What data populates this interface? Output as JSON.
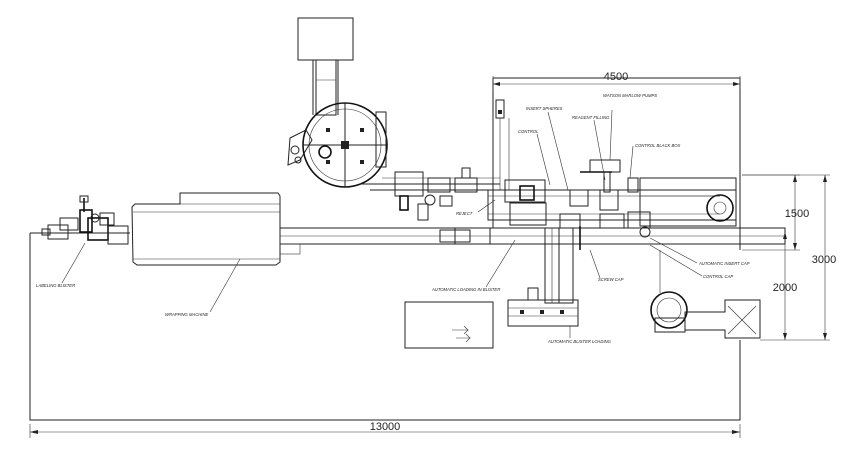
{
  "dimensions": {
    "total_length": "13000",
    "upper_width": "4500",
    "height_1500": "1500",
    "height_3000": "3000",
    "height_2000": "2000"
  },
  "labels": {
    "labeling_blister": "LABELING BLISTER",
    "wrapping_machine": "WRAPPING MACHINE",
    "automatic_loading_blister": "AUTOMATIC LOADING IN BLISTER",
    "automatic_blister_loading": "AUTOMATIC BLISTER LOADING",
    "reject": "REJECT",
    "insert_spheres": "INSERT SPHERES",
    "control": "CONTROL",
    "reagent_filling": "REAGENT FILLING",
    "watson_marlow_pumps": "WATSON MARLOW PUMPS",
    "control_black_box": "CONTROL BLACK BOX",
    "screw_cap": "SCREW CAP",
    "automatic_insert_cap": "AUTOMATIC INSERT CAP",
    "control_cap": "CONTROL CAP"
  },
  "icons": [
    "machine-frame",
    "hopper",
    "rotary-table",
    "conveyor"
  ]
}
